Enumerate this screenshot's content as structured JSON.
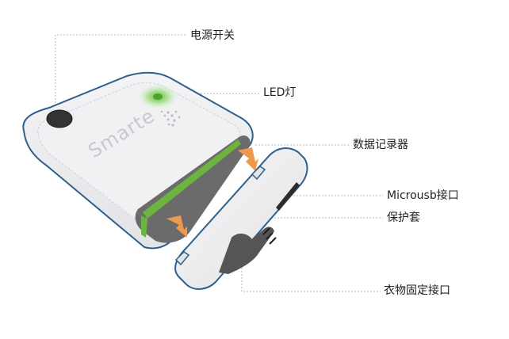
{
  "device": {
    "logo_text": "Smarte"
  },
  "labels": {
    "power_switch": "电源开关",
    "led_light": "LED灯",
    "data_logger": "数据记录器",
    "micro_usb": "Microusb接口",
    "protective_case": "保护套",
    "clothing_mount": "衣物固定接口"
  },
  "colors": {
    "outline": "#2f5f8a",
    "body": "#ececee",
    "slot_green": "#6cb33f",
    "slot_dark": "#6b6b6b",
    "arrow": "#ee9a4d",
    "led_glow": "#8fd46a",
    "leader_line": "#b5b5b5"
  }
}
